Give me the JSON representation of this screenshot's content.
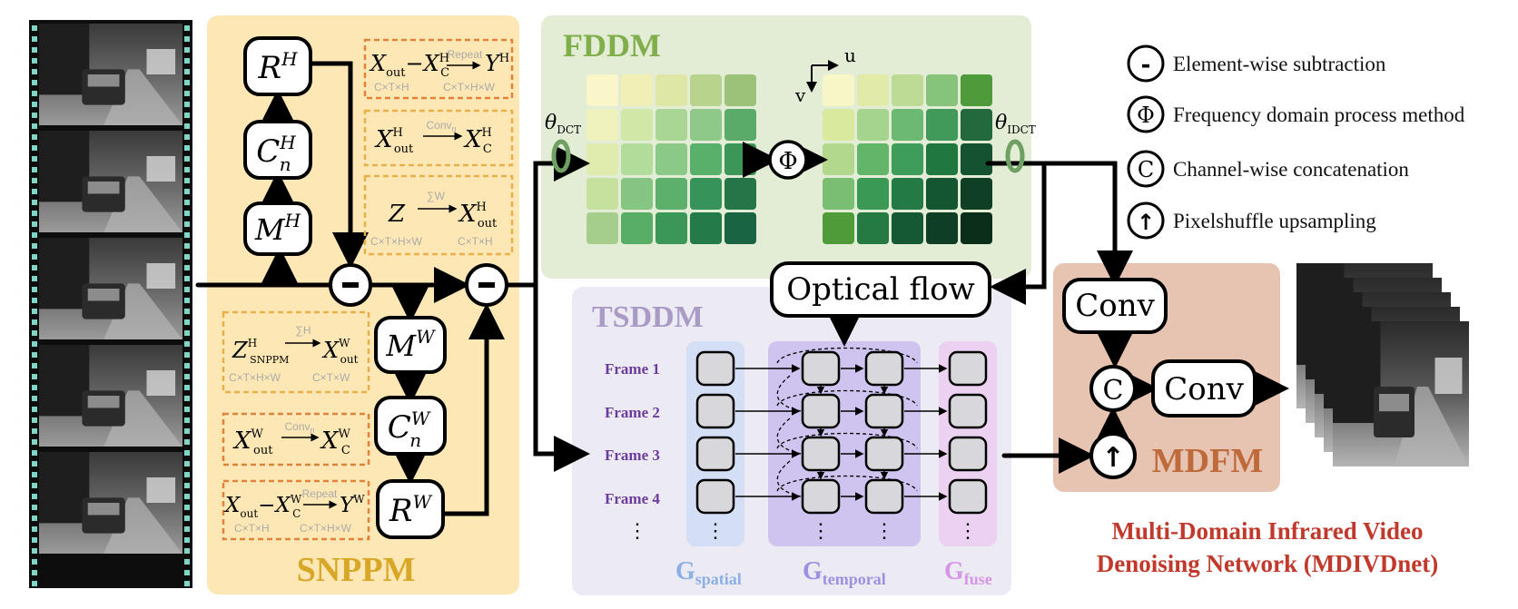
{
  "modules": {
    "snppm": {
      "title": "SNPPM",
      "color": "#d9a728",
      "bg": "#fde8b5"
    },
    "fddm": {
      "title": "FDDM",
      "color": "#7fae4a",
      "bg": "#e3ecd5"
    },
    "tsddm": {
      "title": "TSDDM",
      "color": "#a99bc6",
      "bg": "#eceaf3"
    },
    "mdfm": {
      "title": "MDFM",
      "color": "#bf6a3b",
      "bg": "#e7c3b1"
    }
  },
  "snppm_nodes": {
    "rh": {
      "base": "R",
      "sup": "H"
    },
    "cnh": {
      "base": "C",
      "sup": "H",
      "sub": "n"
    },
    "mh": {
      "base": "M",
      "sup": "H"
    },
    "mw": {
      "base": "M",
      "sup": "W"
    },
    "cnw": {
      "base": "C",
      "sup": "W",
      "sub": "n"
    },
    "rw": {
      "base": "R",
      "sup": "W"
    }
  },
  "snppm_formulas": {
    "f1": {
      "left": "X",
      "left_sub": "out",
      "mid": "−X",
      "mid_sup": "H",
      "mid_sub": "C",
      "op": "Repeat",
      "right": "Y",
      "right_sup": "H",
      "dim_left": "C×T×H",
      "dim_right": "C×T×H×W"
    },
    "f2": {
      "left": "X",
      "left_sup": "H",
      "left_sub": "out",
      "op": "Conv",
      "op_sub": "n",
      "right": "X",
      "right_sup": "H",
      "right_sub": "C"
    },
    "f3": {
      "left": "Z",
      "op": "∑W",
      "right": "X",
      "right_sup": "H",
      "right_sub": "out",
      "dim_left": "C×T×H×W",
      "dim_right": "C×T×H"
    },
    "f4": {
      "left": "Z",
      "left_sup": "H",
      "left_sub": "SNPPM",
      "op": "∑H",
      "right": "X",
      "right_sup": "W",
      "right_sub": "out",
      "dim_left": "C×T×H×W",
      "dim_right": "C×T×W"
    },
    "f5": {
      "left": "X",
      "left_sup": "W",
      "left_sub": "out",
      "op": "Conv",
      "op_sub": "n",
      "right": "X",
      "right_sup": "W",
      "right_sub": "C"
    },
    "f6": {
      "left": "X",
      "left_sub": "out",
      "mid": "−X",
      "mid_sup": "W",
      "mid_sub": "C",
      "op": "Repeat",
      "right": "Y",
      "right_sup": "W",
      "dim_left": "C×T×H",
      "dim_right": "C×T×H×W"
    }
  },
  "fddm": {
    "theta_dct": "θ",
    "theta_dct_sub": "DCT",
    "theta_idct": "θ",
    "theta_idct_sub": "IDCT",
    "axis_u": "u",
    "axis_v": "v",
    "phi": "Φ",
    "grid_left": [
      [
        "#fbf6c9",
        "#f2efb6",
        "#dfe7a6",
        "#b7d38c",
        "#9cc27a"
      ],
      [
        "#eff2bc",
        "#d1e7a8",
        "#a9d595",
        "#8ec98a",
        "#5aab6a"
      ],
      [
        "#dfecad",
        "#b2dc9a",
        "#8ac986",
        "#58b06a",
        "#3c9658"
      ],
      [
        "#c6e09d",
        "#86c481",
        "#5cb06c",
        "#36935a",
        "#257548"
      ],
      [
        "#a5cd8c",
        "#58ad67",
        "#3a9758",
        "#247a49",
        "#196542"
      ]
    ],
    "grid_right": [
      [
        "#f7f6c6",
        "#e1eaa7",
        "#bedb95",
        "#86c47c",
        "#4f9a3a"
      ],
      [
        "#d9ea9f",
        "#a5d48e",
        "#6cba72",
        "#419a59",
        "#226a3e"
      ],
      [
        "#b2d88d",
        "#63b56a",
        "#3f9d5c",
        "#21783f",
        "#155232"
      ],
      [
        "#79be73",
        "#3a9a55",
        "#237a45",
        "#145632",
        "#0f3f25"
      ],
      [
        "#4f9b3a",
        "#247a40",
        "#145834",
        "#0e3f24",
        "#0a2e1a"
      ]
    ]
  },
  "optical_flow": "Optical flow",
  "tsddm": {
    "frames": [
      "Frame 1",
      "Frame 2",
      "Frame 3",
      "Frame 4"
    ],
    "ellipsis": "⋮",
    "groups": {
      "spatial": {
        "g": "G",
        "sub": "spatial",
        "color": "#8ab0e4",
        "bg": "#d4def5"
      },
      "temporal": {
        "g": "G",
        "sub": "temporal",
        "color": "#9e90e0",
        "bg": "#cfc4f0"
      },
      "fuse": {
        "g": "G",
        "sub": "fuse",
        "color": "#d596e6",
        "bg": "#ecd1f2"
      }
    }
  },
  "mdfm": {
    "conv_top": "Conv",
    "conv_right": "Conv",
    "concat": "C",
    "upsample": "↑"
  },
  "legend": [
    {
      "symbol": "-",
      "text": "Element-wise subtraction"
    },
    {
      "symbol": "Φ",
      "text": "Frequency domain process method"
    },
    {
      "symbol": "C",
      "text": "Channel-wise concatenation"
    },
    {
      "symbol": "↑",
      "text": "Pixelshuffle upsampling"
    }
  ],
  "network_title": [
    "Multi-Domain Infrared Video",
    "Denoising Network (MDIVDnet)"
  ],
  "colors": {
    "network_title": "#c0392b",
    "frame_label": "#6b3c9b",
    "formula_border_red": "#e0823a",
    "formula_border_orange": "#e9b04a",
    "film_sprocket": "#7fd6c8"
  }
}
